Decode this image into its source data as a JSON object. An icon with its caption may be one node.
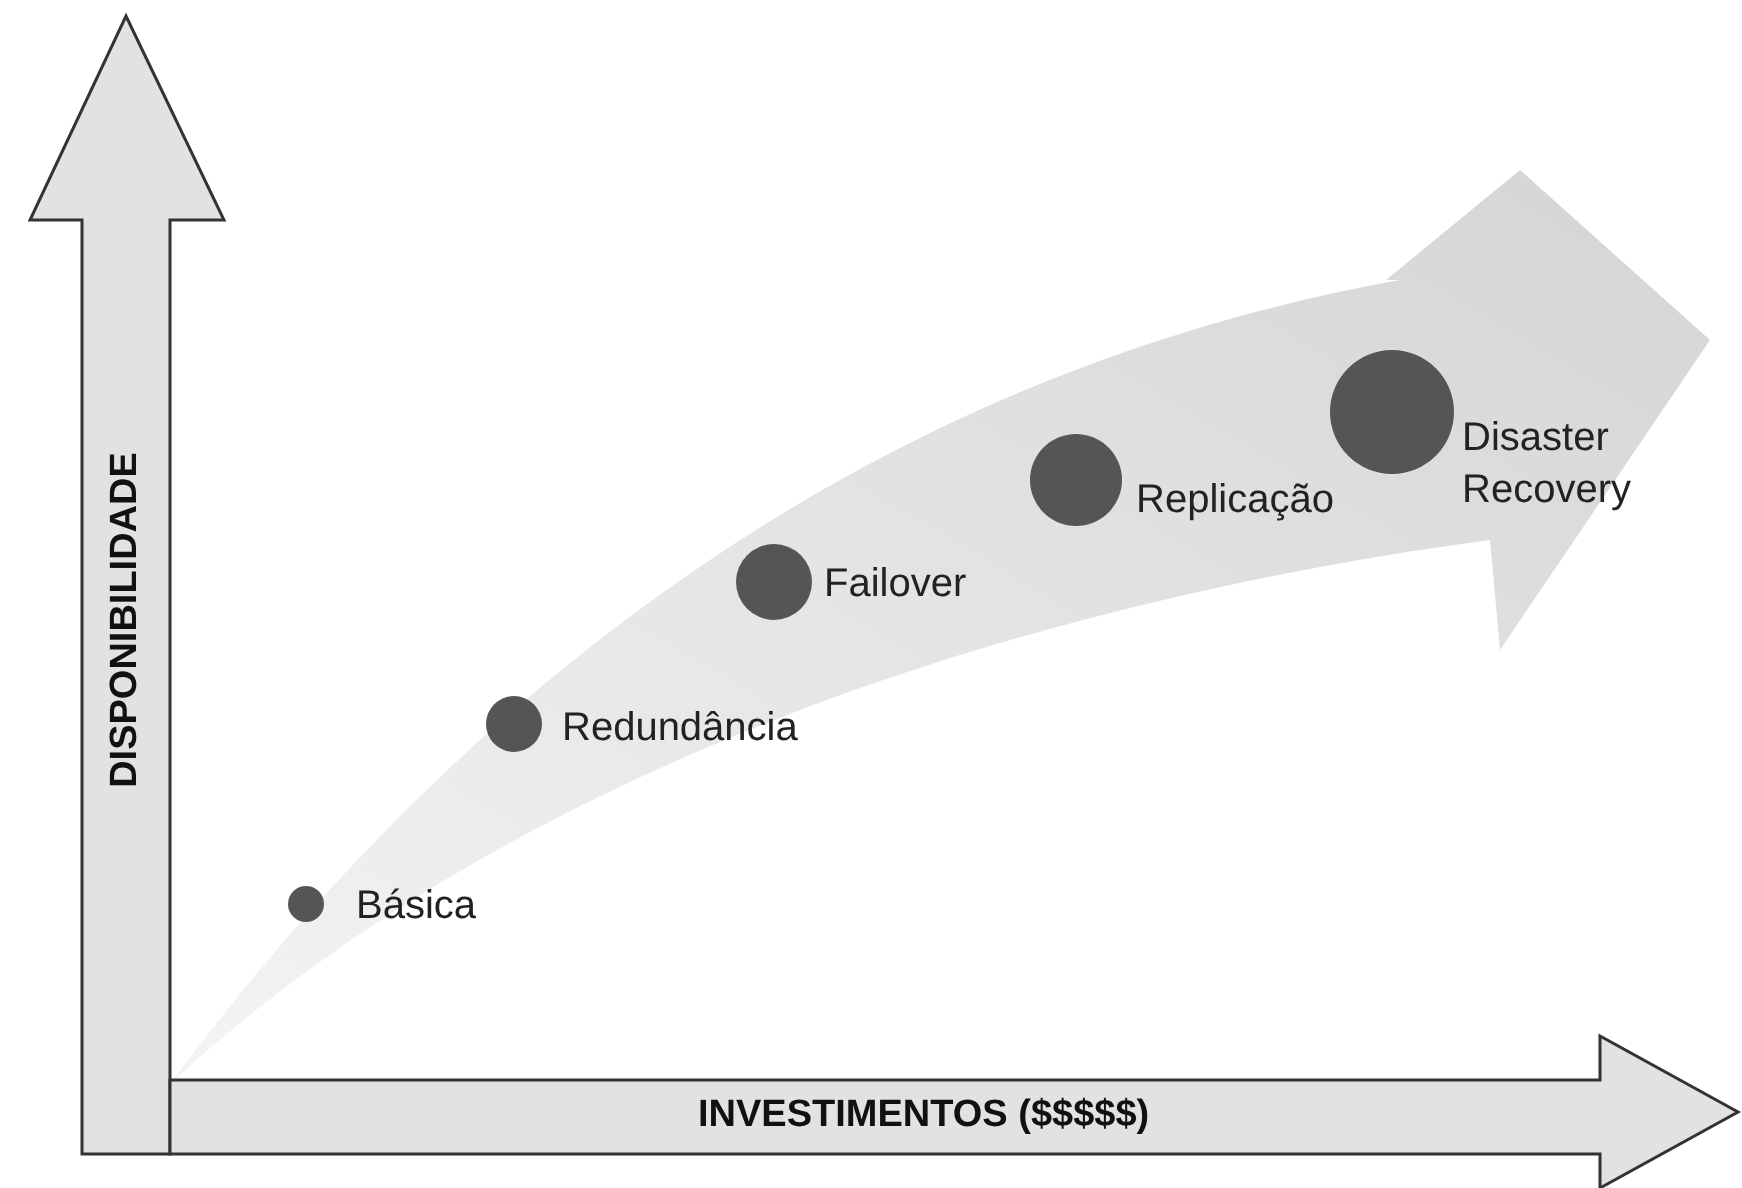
{
  "diagram": {
    "labels": [
      "DISPONIBILIDADE",
      "INVESTIMENTOS ($$$$$)",
      "Básica",
      "Redundância",
      "Failover",
      "Replicação",
      "Disaster Recovery"
    ]
  }
}
